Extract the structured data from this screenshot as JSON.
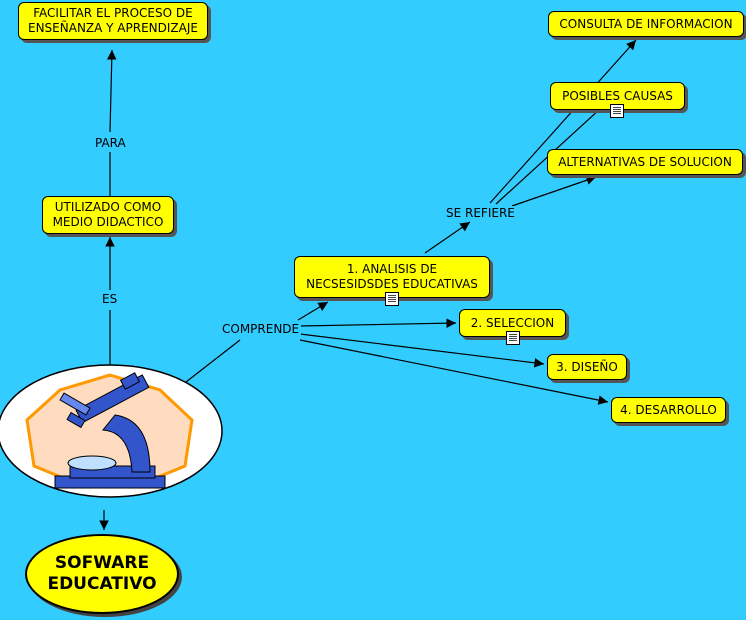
{
  "diagram": {
    "nodes": {
      "facilitar": "FACILITAR EL PROCESO DE\nENSEÑANZA Y APRENDIZAJE",
      "utilizado": "UTILIZADO COMO\nMEDIO DIDACTICO",
      "analisis": "1. ANALISIS DE\nNECSESIDSDES EDUCATIVAS",
      "seleccion": "2. SELECCION",
      "diseno": "3. DISEÑO",
      "desarrollo": "4. DESARROLLO",
      "consulta": "CONSULTA DE INFORMACION",
      "causas": "POSIBLES CAUSAS",
      "alternativas": "ALTERNATIVAS DE SOLUCION",
      "main": "SOFWARE\nEDUCATIVO"
    },
    "links": {
      "para": "PARA",
      "es": "ES",
      "comprende": "COMPRENDE",
      "se_refiere": "SE REFIERE"
    },
    "icons": {
      "microscope": "microscope-icon",
      "resource": "document-icon"
    },
    "colors": {
      "background": "#33ccff",
      "node_fill": "#ffff00",
      "heptagon": "#ffdcc0",
      "heptagon_border": "#ff9900",
      "microscope": "#3355cc"
    }
  }
}
